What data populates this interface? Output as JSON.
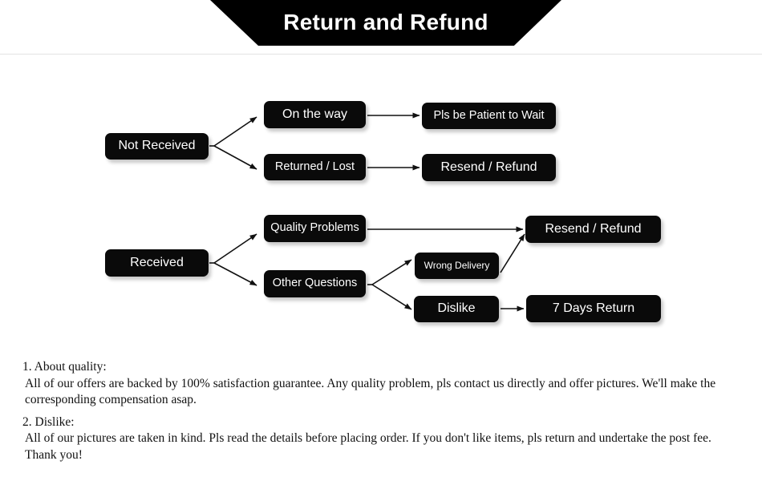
{
  "header": {
    "title": "Return and Refund"
  },
  "flowchart": {
    "nodes": [
      {
        "id": "not-received",
        "label": "Not Received"
      },
      {
        "id": "on-the-way",
        "label": "On the way"
      },
      {
        "id": "pls-be-patient",
        "label": "Pls be Patient to Wait"
      },
      {
        "id": "returned-lost",
        "label": "Returned / Lost"
      },
      {
        "id": "resend-refund-top",
        "label": "Resend / Refund"
      },
      {
        "id": "received",
        "label": "Received"
      },
      {
        "id": "quality-problems",
        "label": "Quality Problems"
      },
      {
        "id": "resend-refund-bottom",
        "label": "Resend / Refund"
      },
      {
        "id": "other-questions",
        "label": "Other Questions"
      },
      {
        "id": "wrong-delivery",
        "label": "Wrong Delivery"
      },
      {
        "id": "dislike",
        "label": "Dislike"
      },
      {
        "id": "seven-days-return",
        "label": "7 Days Return"
      }
    ]
  },
  "notes": [
    {
      "heading": "1. About quality:",
      "body": "All of our offers are backed by 100% satisfaction guarantee. Any quality problem, pls contact us directly and offer pictures. We'll make the corresponding compensation asap."
    },
    {
      "heading": "2. Dislike:",
      "body": "All of our pictures are taken in kind. Pls read the details before placing order. If you don't like items, pls return and undertake the post fee. Thank you!"
    }
  ],
  "colors": {
    "node_fill": "#0a0a0a",
    "node_text": "#ffffff",
    "banner_fill": "#000000",
    "page_background": "#ffffff",
    "arrow": "#111111"
  }
}
